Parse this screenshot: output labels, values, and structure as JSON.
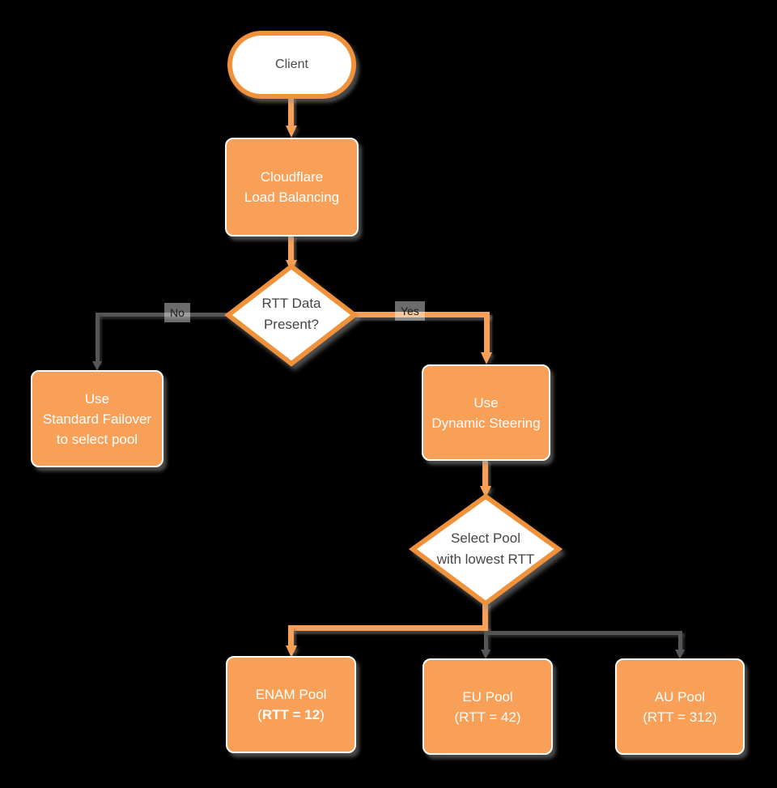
{
  "palette": {
    "background": "#000000",
    "orange_fill": "#F9A058",
    "orange_stroke": "#F0913C",
    "connector_gray": "#565656",
    "node_text_light": "#FFFFFF",
    "node_text_dark": "#4A4A4A"
  },
  "nodes": {
    "client": {
      "label": "Client"
    },
    "load_balancing": {
      "line1": "Cloudflare",
      "line2": "Load Balancing"
    },
    "rtt_decision": {
      "line1": "RTT Data",
      "line2": "Present?"
    },
    "standard_failover": {
      "line1": "Use",
      "line2": "Standard Failover",
      "line3": "to select pool"
    },
    "dynamic_steering": {
      "line1": "Use",
      "line2": "Dynamic Steering"
    },
    "select_pool": {
      "line1": "Select Pool",
      "line2": "with lowest RTT"
    },
    "enam_pool": {
      "line1": "ENAM Pool",
      "paren_open": "(",
      "rtt_bold": "RTT = 12",
      "paren_close": ")"
    },
    "eu_pool": {
      "line1": "EU Pool",
      "line2": "(RTT = 42)"
    },
    "au_pool": {
      "line1": "AU Pool",
      "line2": "(RTT = 312)"
    }
  },
  "edge_labels": {
    "no": "No",
    "yes": "Yes"
  }
}
